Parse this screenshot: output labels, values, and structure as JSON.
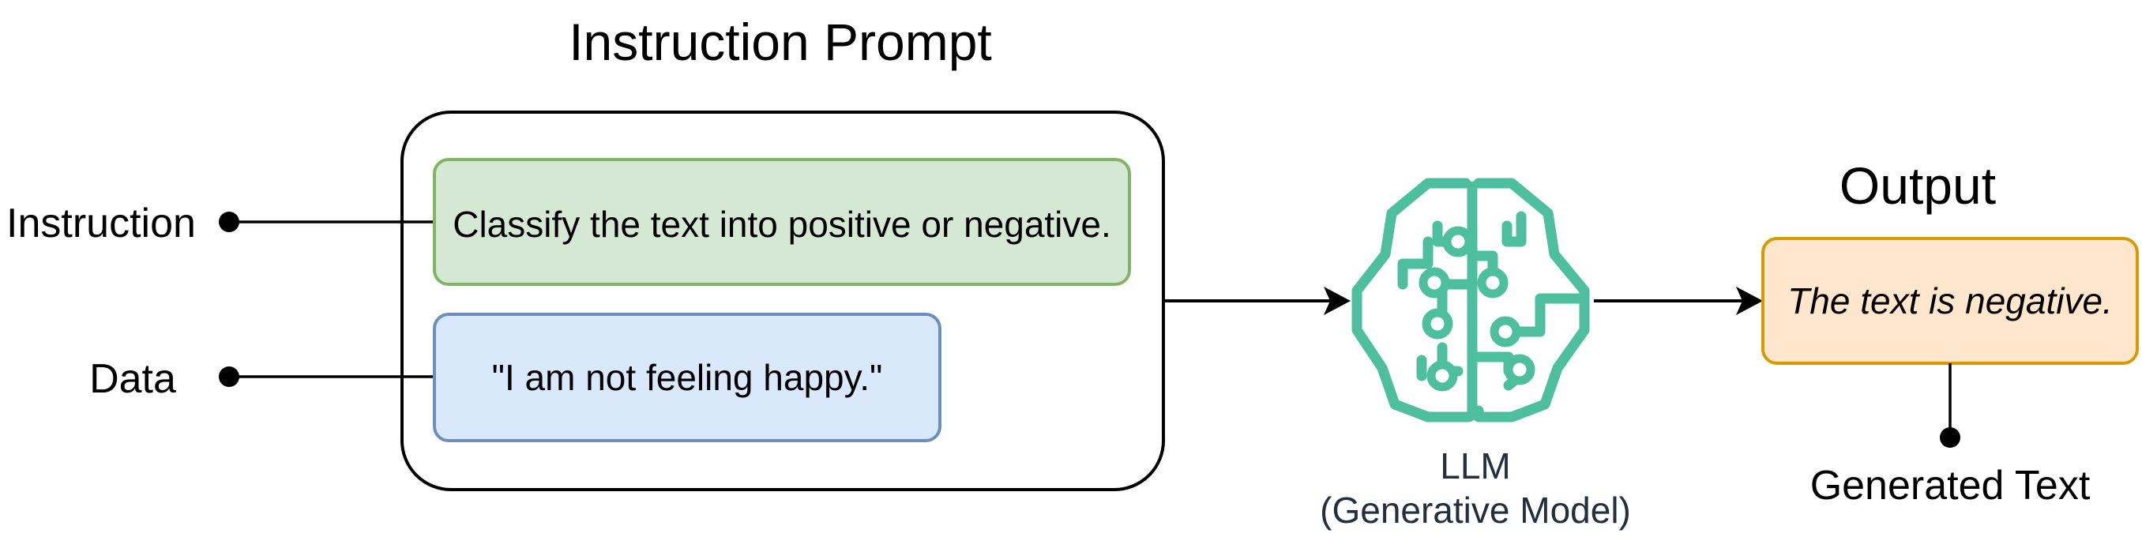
{
  "prompt": {
    "title": "Instruction Prompt",
    "instruction_label": "Instruction",
    "data_label": "Data",
    "instruction_text": "Classify the text into positive or negative.",
    "data_text": "\"I am not feeling happy.\""
  },
  "model": {
    "icon": "brain-circuit-icon",
    "name": "LLM",
    "subtitle": "(Generative Model)"
  },
  "output": {
    "title": "Output",
    "text": "The text is negative.",
    "caption": "Generated Text"
  },
  "colors": {
    "instruction_fill": "#d5e8d4",
    "instruction_stroke": "#82b366",
    "data_fill": "#dae8fc",
    "data_stroke": "#6c8ebf",
    "output_fill": "#ffe6cc",
    "output_stroke": "#d79b00",
    "brain": "#4dbf9f",
    "model_text": "#232f3e"
  }
}
